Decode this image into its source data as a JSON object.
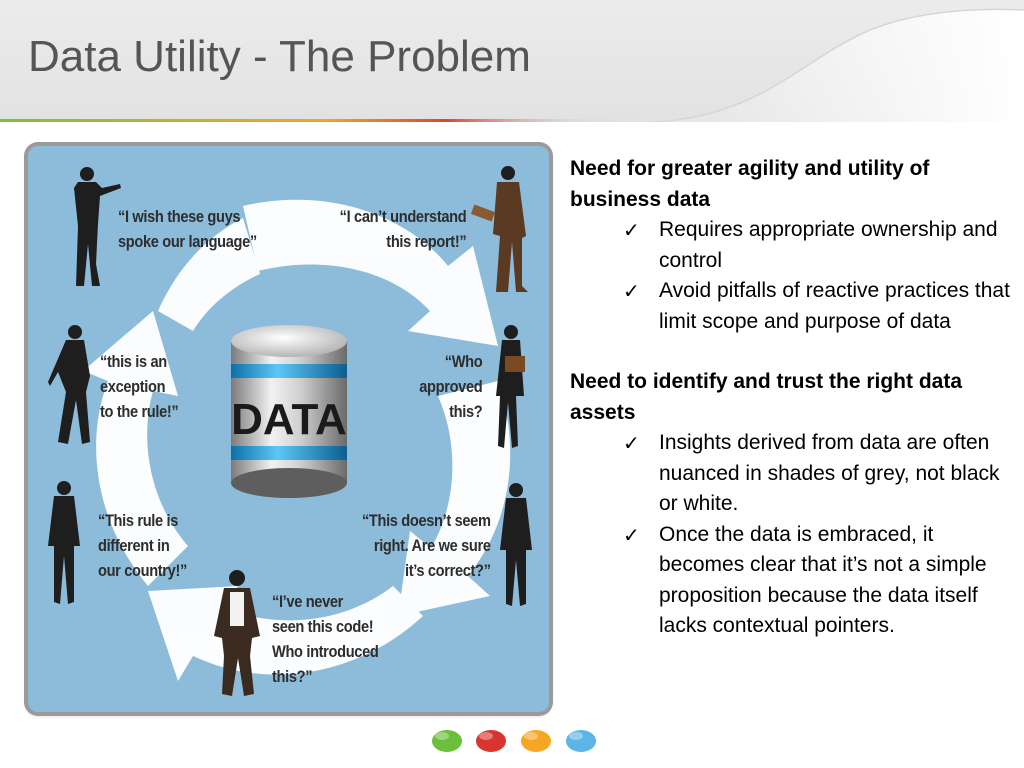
{
  "slide": {
    "title": "Data Utility - The Problem"
  },
  "illustration": {
    "center_label": "DATA",
    "quotes": [
      {
        "text": "“I wish these guys\nspoke our language”"
      },
      {
        "text": "“I can’t understand\nthis report!”"
      },
      {
        "text": "“this is an\nexception\nto the rule!”"
      },
      {
        "text": "“Who\napproved\nthis?"
      },
      {
        "text": "“This rule is\ndifferent in\nour country!”"
      },
      {
        "text": "“This doesn’t seem\nright. Are we sure\nit’s correct?”"
      },
      {
        "text": "“I’ve never\nseen this code!\nWho introduced\nthis?”"
      }
    ]
  },
  "content": {
    "sections": [
      {
        "heading": "Need for greater agility and utility of business data",
        "bullets": [
          "Requires appropriate ownership and control",
          "Avoid pitfalls of reactive practices that limit scope and purpose of data"
        ]
      },
      {
        "heading": "Need to identify and trust the right data assets",
        "bullets": [
          "Insights derived from data are often nuanced in shades of grey, not black or white.",
          "Once the data is embraced, it becomes clear that it’s not a simple proposition because the data itself lacks contextual pointers."
        ]
      }
    ],
    "check_glyph": "✓"
  },
  "colors": {
    "illustration_background": "#8cbcd9",
    "database_band": "#1fa3e0",
    "dot_colors": [
      "#6cbf3a",
      "#d9352f",
      "#f5a623",
      "#5bb6e6"
    ]
  }
}
